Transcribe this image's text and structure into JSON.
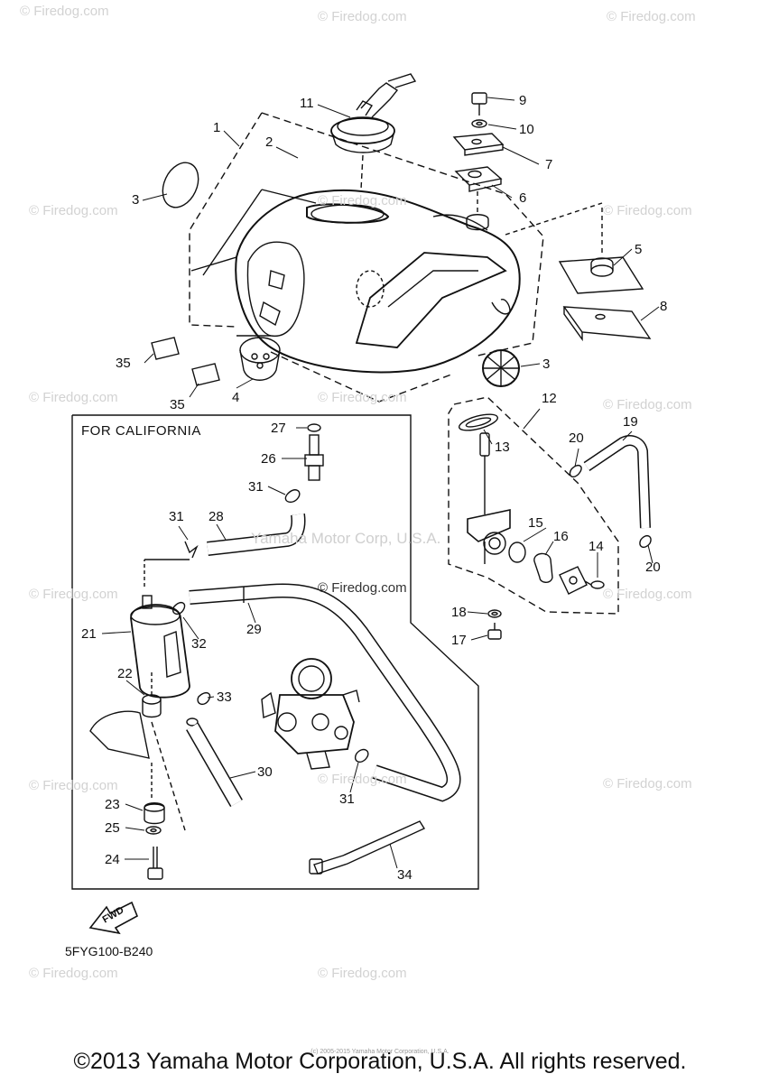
{
  "watermarks": [
    "© Firedog.com",
    "© Firedog.com",
    "© Firedog.com",
    "© Firedog.com",
    "© Firedog.com",
    "© Firedog.com",
    "© Firedog.com",
    "© Firedog.com",
    "© Firedog.com",
    "© Firedog.com",
    "© Firedog.com",
    "© Firedog.com",
    "© Firedog.com",
    "© Firedog.com",
    "© Firedog.com",
    "© Firedog.com",
    "© Firedog.com"
  ],
  "overlay_mark": "Yamaha Motor Corp, U.S.A.",
  "box_title": "FOR CALIFORNIA",
  "figure_code": "5FYG100-B240",
  "fwd_label": "FWD",
  "copyright": "©2013 Yamaha Motor Corporation, U.S.A. All rights reserved.",
  "fine_print": "(c) 2005-2015 Yamaha Motor Corporation, U.S.A.",
  "callouts": [
    "1",
    "2",
    "3",
    "3",
    "4",
    "5",
    "6",
    "7",
    "8",
    "9",
    "10",
    "11",
    "12",
    "13",
    "14",
    "15",
    "16",
    "17",
    "18",
    "19",
    "20",
    "20",
    "21",
    "22",
    "23",
    "24",
    "25",
    "26",
    "27",
    "28",
    "29",
    "30",
    "31",
    "31",
    "31",
    "32",
    "33",
    "34",
    "35",
    "35"
  ]
}
